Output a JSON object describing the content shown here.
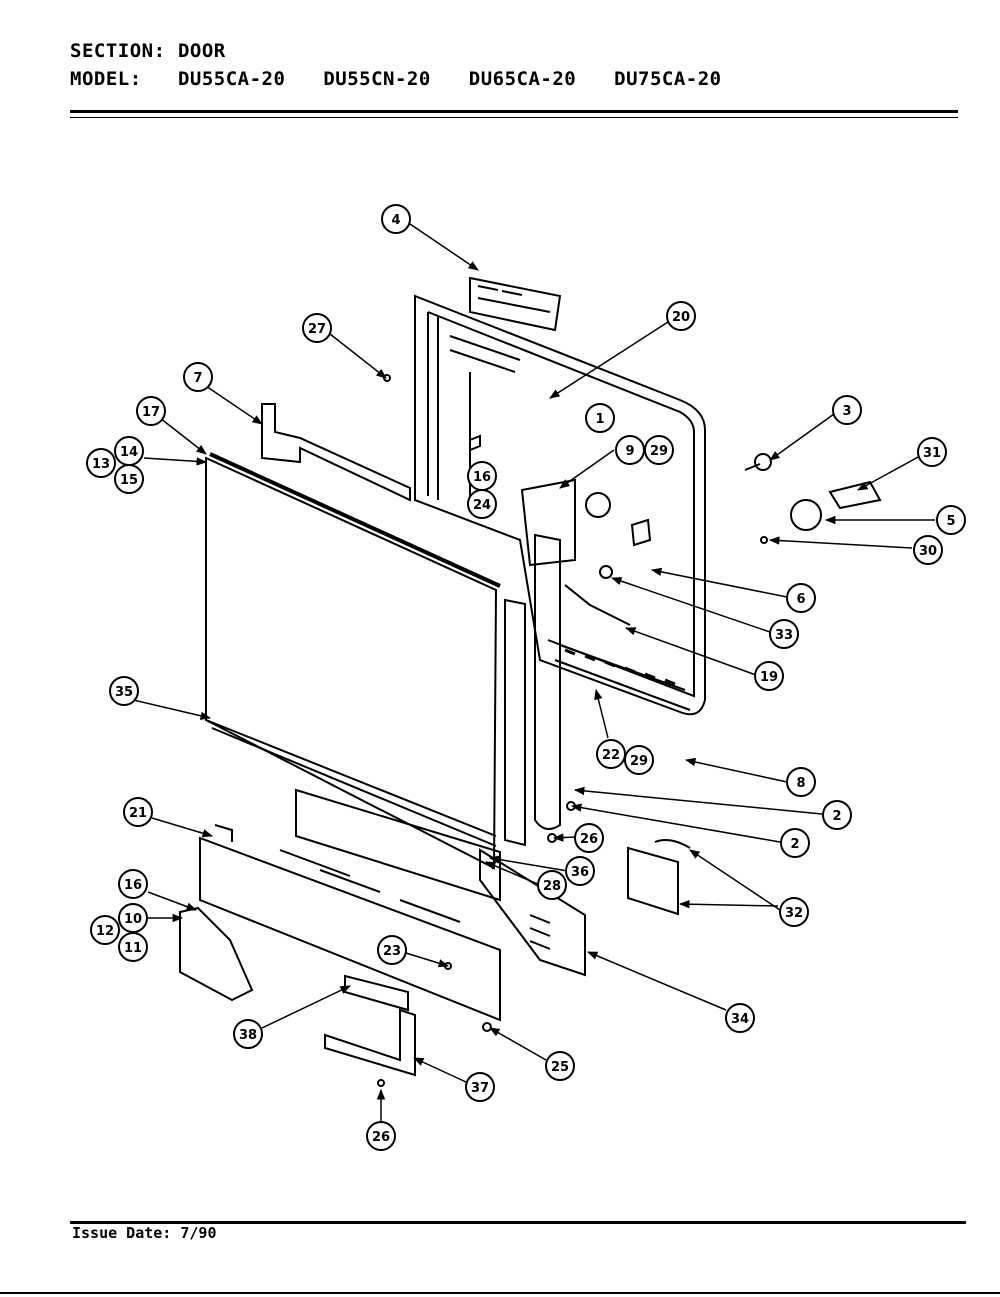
{
  "header": {
    "section_label": "SECTION:",
    "section_value": "DOOR",
    "model_label": "MODEL:",
    "models": [
      "DU55CA-20",
      "DU55CN-20",
      "DU65CA-20",
      "DU75CA-20"
    ]
  },
  "footer": {
    "issue_date": "Issue Date: 7/90"
  },
  "callouts": {
    "c1": "1",
    "c2a": "2",
    "c2b": "2",
    "c3": "3",
    "c4": "4",
    "c5": "5",
    "c6": "6",
    "c7": "7",
    "c8": "8",
    "c9": "9",
    "c10": "10",
    "c11": "11",
    "c12": "12",
    "c13": "13",
    "c14": "14",
    "c15": "15",
    "c16a": "16",
    "c16b": "16",
    "c17": "17",
    "c19": "19",
    "c20": "20",
    "c21": "21",
    "c22": "22",
    "c23": "23",
    "c24": "24",
    "c25": "25",
    "c26a": "26",
    "c26b": "26",
    "c27": "27",
    "c28": "28",
    "c29a": "29",
    "c29b": "29",
    "c30": "30",
    "c31": "31",
    "c32": "32",
    "c33": "33",
    "c34": "34",
    "c35": "35",
    "c36": "36",
    "c37": "37",
    "c38": "38"
  }
}
